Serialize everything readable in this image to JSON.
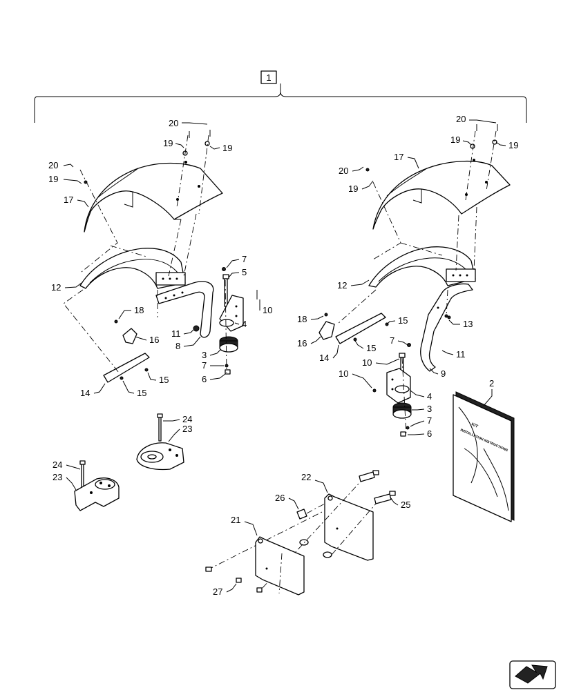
{
  "kit_number": "1",
  "callouts": {
    "l_20a": "20",
    "l_19a": "19",
    "l_19b": "19",
    "l_20b": "20",
    "l_19c": "19",
    "l_17": "17",
    "l_12": "12",
    "l_7a": "7",
    "l_5": "5",
    "l_10": "10",
    "l_4": "4",
    "l_11": "11",
    "l_8": "8",
    "l_3": "3",
    "l_7b": "7",
    "l_6": "6",
    "l_18": "18",
    "l_16": "16",
    "l_15a": "15",
    "l_15b": "15",
    "l_14": "14",
    "r_20a": "20",
    "r_19a": "19",
    "r_19b": "19",
    "r_17": "17",
    "r_20b": "20",
    "r_19c": "19",
    "r_12": "12",
    "r_13": "13",
    "r_18": "18",
    "r_15a": "15",
    "r_16": "16",
    "r_15b": "15",
    "r_14": "14",
    "r_7a": "7",
    "r_10a": "10",
    "r_11": "11",
    "r_9": "9",
    "r_10b": "10",
    "r_4": "4",
    "r_3": "3",
    "r_7b": "7",
    "r_6": "6",
    "c_24a": "24",
    "c_23a": "23",
    "c_24b": "24",
    "c_23b": "23",
    "c_2": "2",
    "c_22": "22",
    "c_26": "26",
    "c_25": "25",
    "c_21": "21",
    "c_27": "27"
  },
  "manual": {
    "line1": "KIT",
    "line2": "INSTALLATION INSTRUCTIONS"
  },
  "icons": {
    "nav": "next-page-arrow-icon"
  }
}
